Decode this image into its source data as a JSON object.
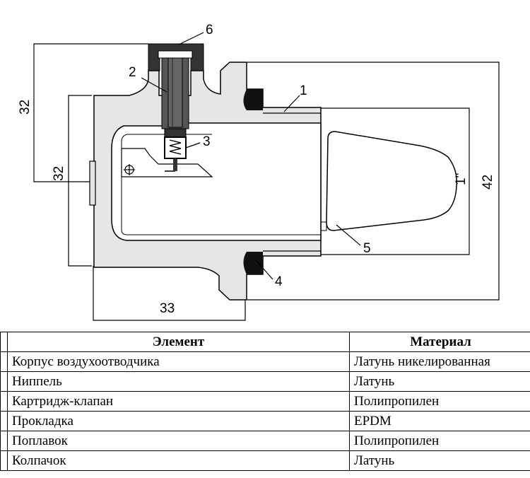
{
  "labels": {
    "n1": "1",
    "n2": "2",
    "n3": "3",
    "n4": "4",
    "n5": "5",
    "n6": "6",
    "dim_32_top": "32",
    "dim_32_side": "32",
    "dim_42": "42",
    "dim_33": "33",
    "thread": "1\""
  },
  "table": {
    "headers": {
      "element": "Элемент",
      "material": "Материал"
    },
    "rows": [
      {
        "element": "Корпус воздухоотводчика",
        "material": "Латунь никелированная"
      },
      {
        "element": "Ниппель",
        "material": "Латунь"
      },
      {
        "element": "Картридж-клапан",
        "material": "Полипропилен"
      },
      {
        "element": "Прокладка",
        "material": "EPDM"
      },
      {
        "element": "Поплавок",
        "material": "Полипропилен"
      },
      {
        "element": "Колпачок",
        "material": "Латунь"
      }
    ]
  }
}
